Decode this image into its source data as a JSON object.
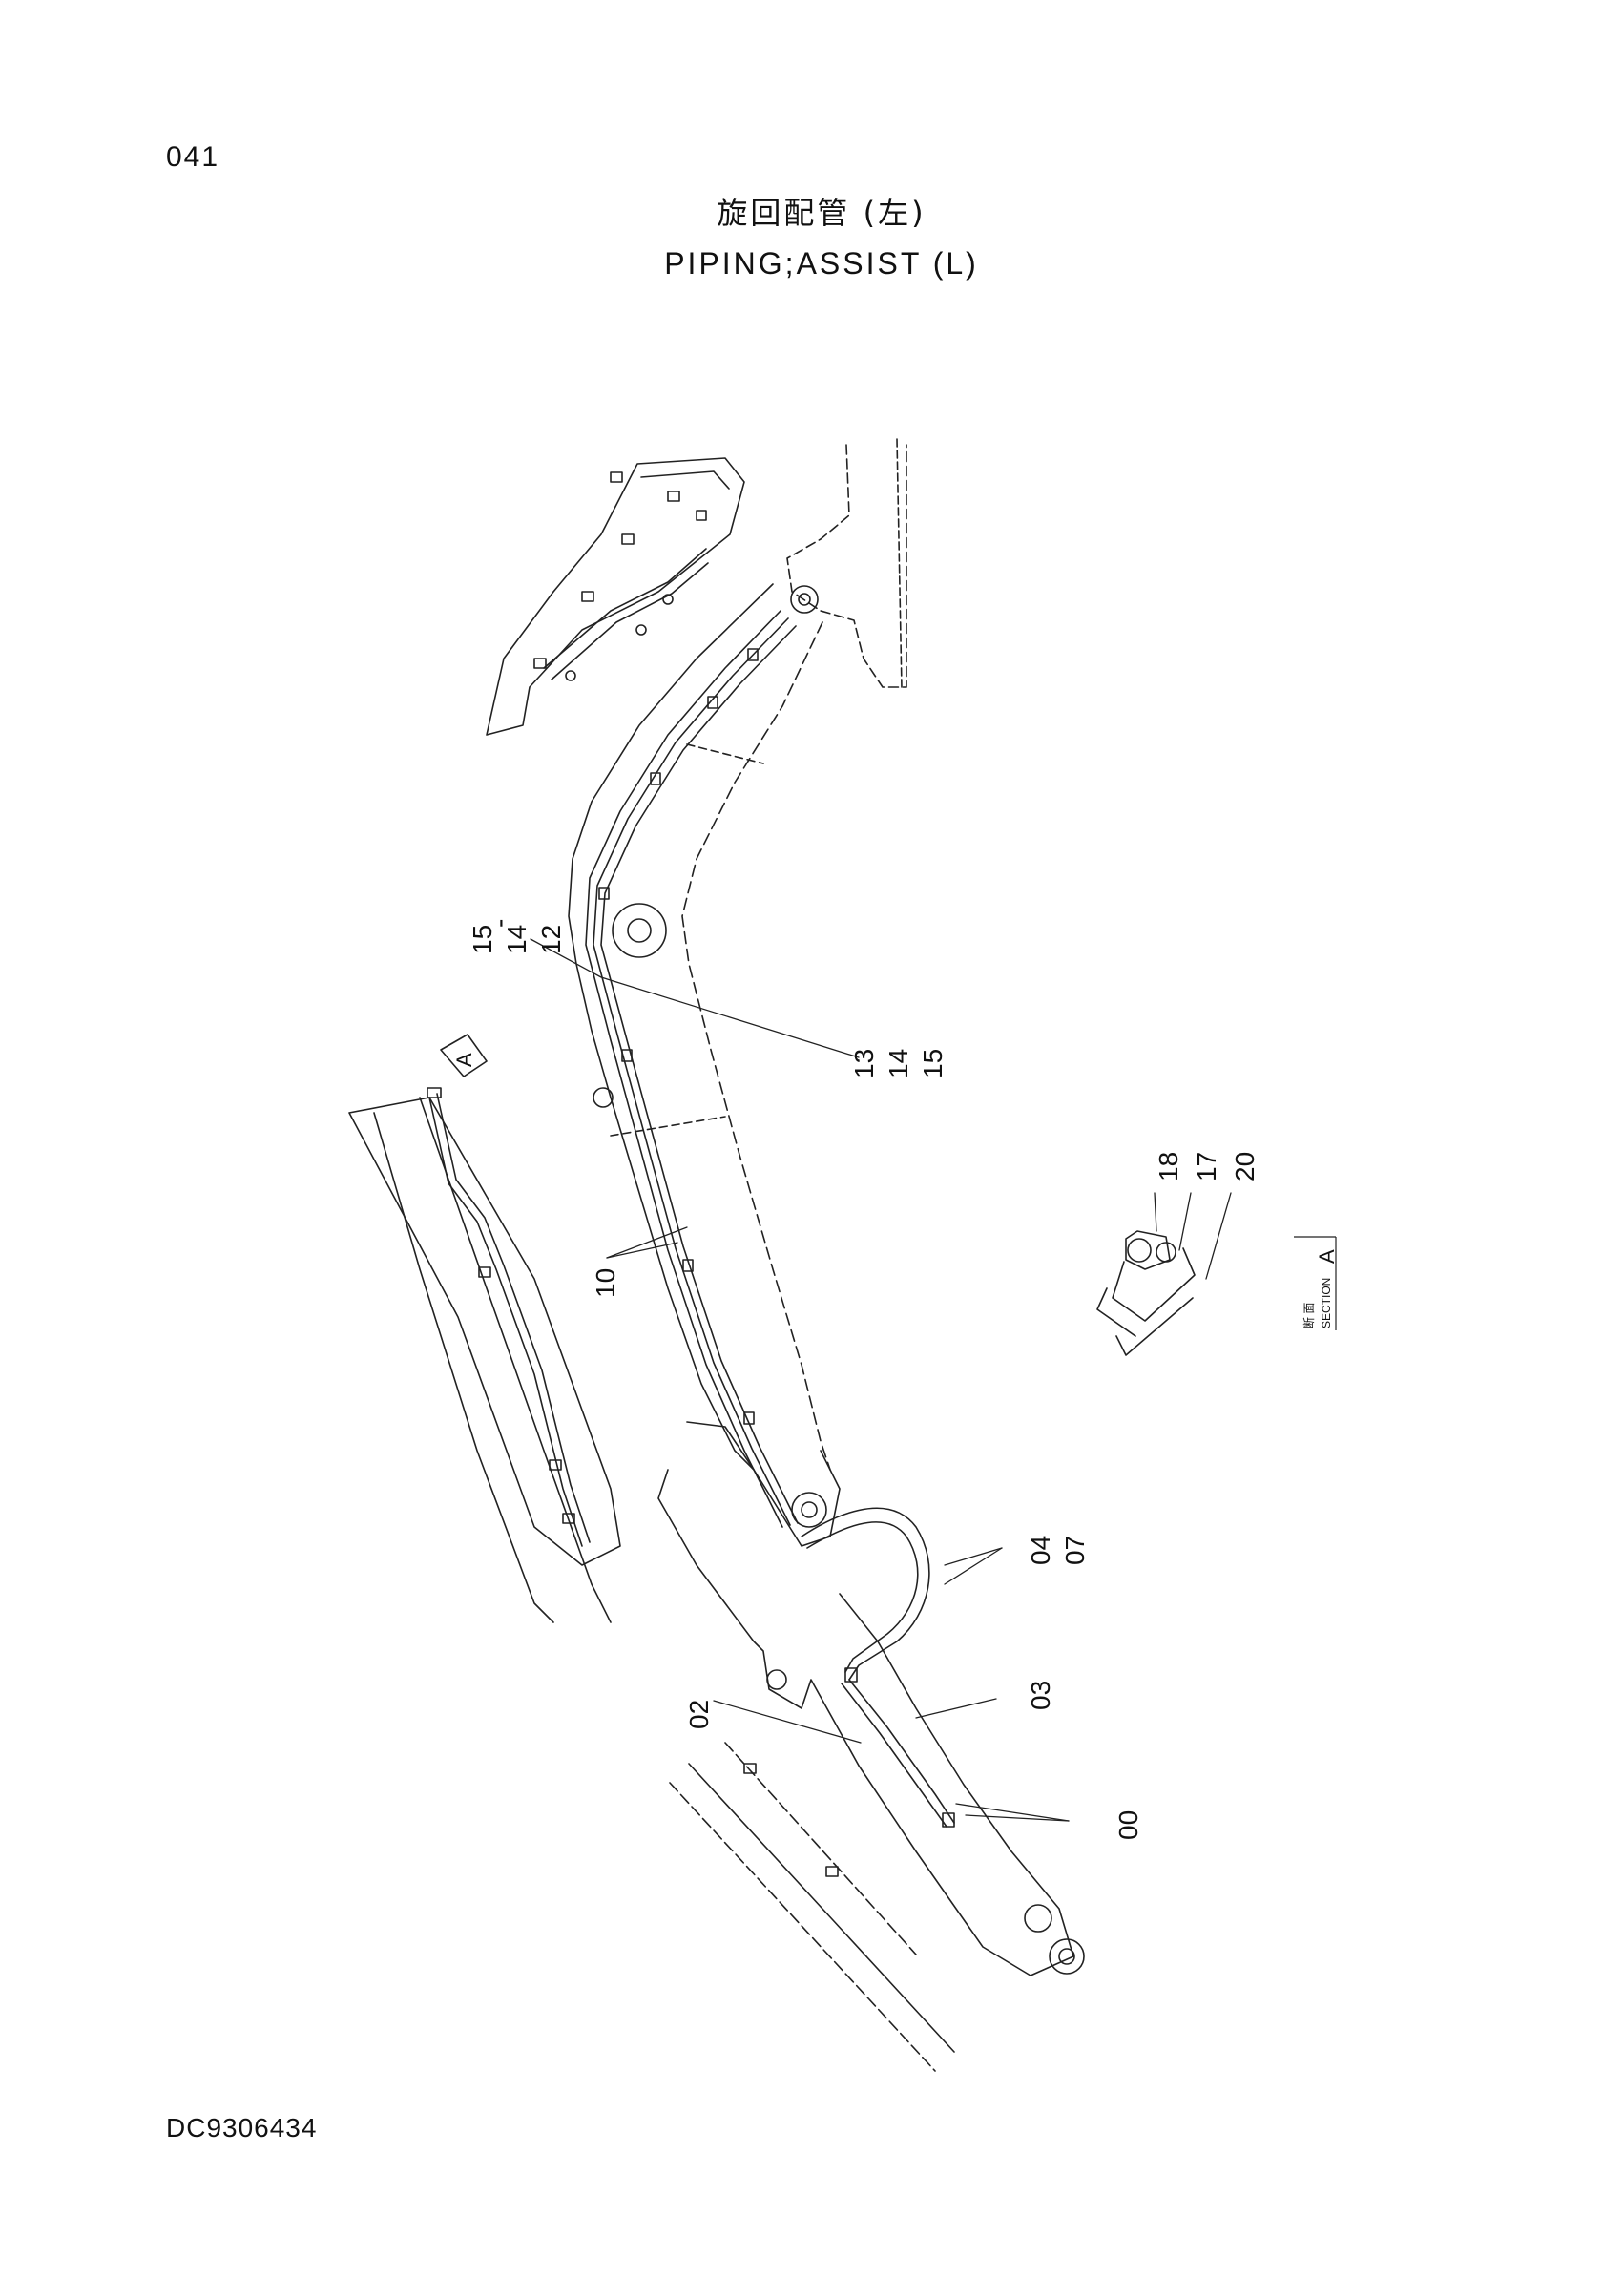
{
  "page": {
    "number": "041",
    "doc_code": "DC9306434"
  },
  "title": {
    "jp": "旋回配管 (左)",
    "en": "PIPING;ASSIST (L)"
  },
  "callouts": {
    "c_15_14_12": [
      "15",
      "14",
      "12"
    ],
    "c_13_14_15": [
      "13",
      "14",
      "15"
    ],
    "c_10": "10",
    "c_04_07": [
      "04",
      "07"
    ],
    "c_03": "03",
    "c_02": "02",
    "c_00": "00",
    "c_18": "18",
    "c_17": "17",
    "c_20": "20"
  },
  "view_marker": {
    "letter": "A"
  },
  "section": {
    "letter": "A",
    "jp": "断 面",
    "en": "SECTION"
  }
}
